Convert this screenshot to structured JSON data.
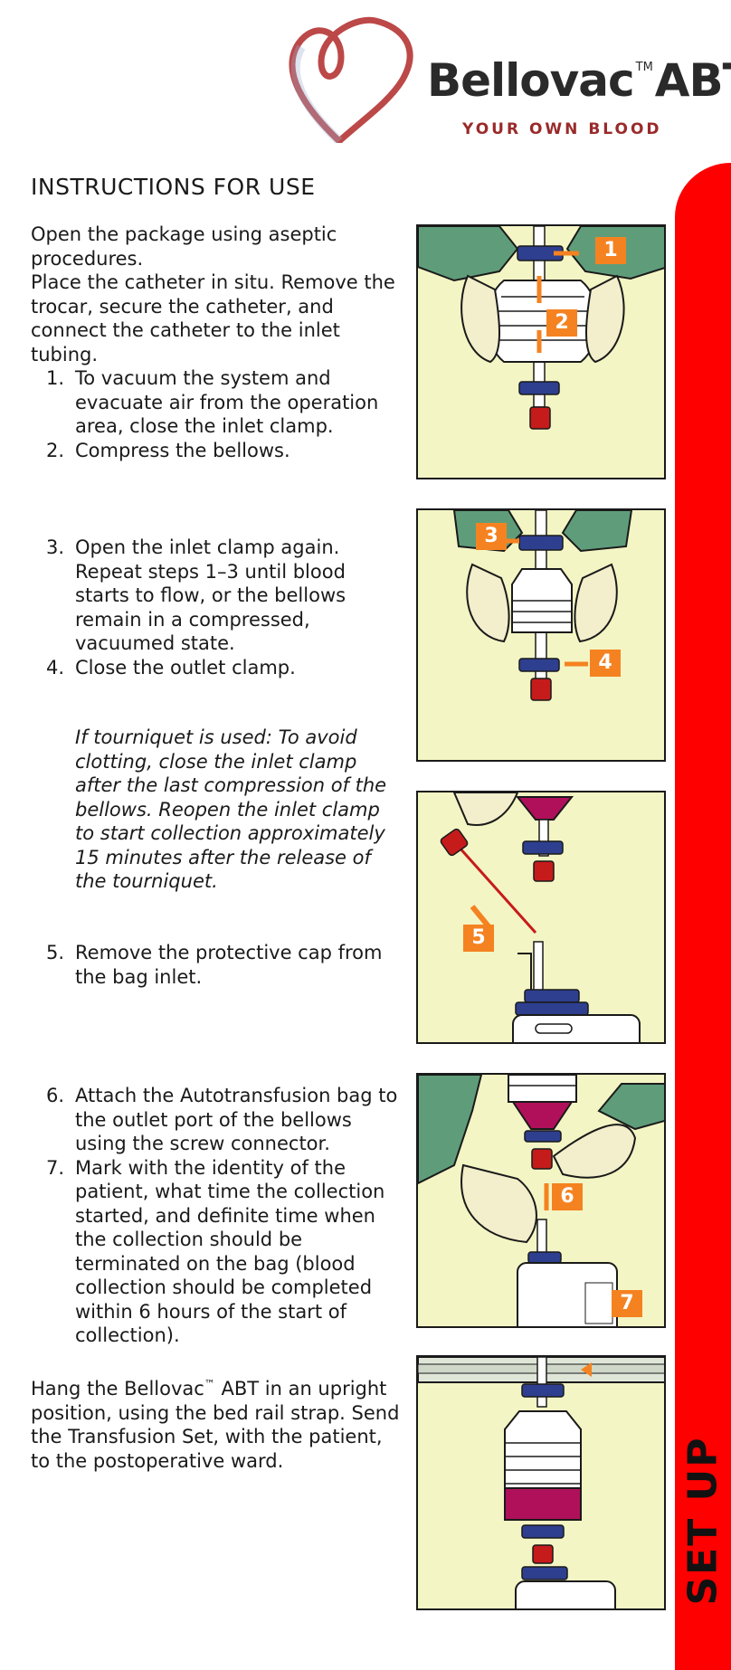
{
  "brand": {
    "name": "Bellovac",
    "trademark": "TM",
    "product": "ABT",
    "tagline": "YOUR OWN BLOOD"
  },
  "heading": "INSTRUCTIONS FOR USE",
  "intro": {
    "line1": "Open the package using aseptic procedures.",
    "line2": "Place the catheter in situ. Remove the trocar, secure the catheter, and connect the catheter to the inlet tubing."
  },
  "steps": [
    {
      "num": "1.",
      "text": "To vacuum the system and evacuate air from the operation area, close the inlet clamp."
    },
    {
      "num": "2.",
      "text": "Compress the bellows."
    },
    {
      "num": "3.",
      "text": "Open the inlet clamp again. Repeat steps 1–3 until blood starts to flow, or the bellows remain in a compressed, vacuumed state."
    },
    {
      "num": "4.",
      "text": "Close the outlet clamp."
    },
    {
      "num": "5.",
      "text": "Remove the protective cap from the bag inlet."
    },
    {
      "num": "6.",
      "text": "Attach the Autotransfusion bag to the outlet port of the bellows using the screw connector."
    },
    {
      "num": "7.",
      "text": "Mark with the identity of the patient, what time the collection started, and definite time when the collection should be terminated on the bag (blood collection should be completed within 6 hours of the start of collection)."
    }
  ],
  "tourniquet_note": "If tourniquet is used: To avoid clotting, close the inlet clamp after the last compression of the bellows. Reopen the inlet clamp to start collection approximately 15 minutes after the release of the tourniquet.",
  "final": {
    "pre": "Hang the Bellovac",
    "tm": "™",
    "post": " ABT in an upright position, using the bed rail strap. Send the Transfusion Set, with the patient, to the postoperative ward."
  },
  "side_label": "SET UP",
  "badges": [
    "1",
    "2",
    "3",
    "4",
    "5",
    "6",
    "7"
  ],
  "colors": {
    "accent_red": "#ff0000",
    "badge_orange": "#f58220",
    "panel_bg": "#f3f5c4",
    "clamp_blue": "#2e3f8f",
    "blood": "#b0105a",
    "glove": "#f3eecb",
    "gown": "#5f9d7a",
    "tagline": "#9a2a2a"
  },
  "icons": [
    "heart-logo-icon",
    "arrow-icon"
  ]
}
